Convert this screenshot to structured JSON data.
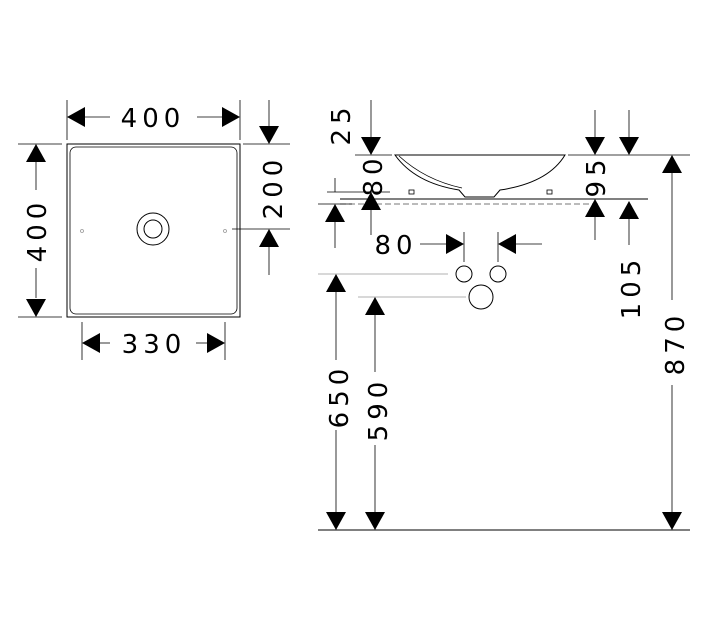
{
  "drawing": {
    "top_view": {
      "width_dim": "400",
      "depth_dim": "400",
      "drain_offset_dim": "200",
      "inner_width_dim": "330"
    },
    "side_view": {
      "rim_dim": "25",
      "bowl_depth_dim": "80",
      "right_depth_dim": "95",
      "right_offset_dim": "105",
      "tap_spacing_dim": "80",
      "overall_height_dim": "870",
      "height_650_dim": "650",
      "height_590_dim": "590"
    }
  }
}
